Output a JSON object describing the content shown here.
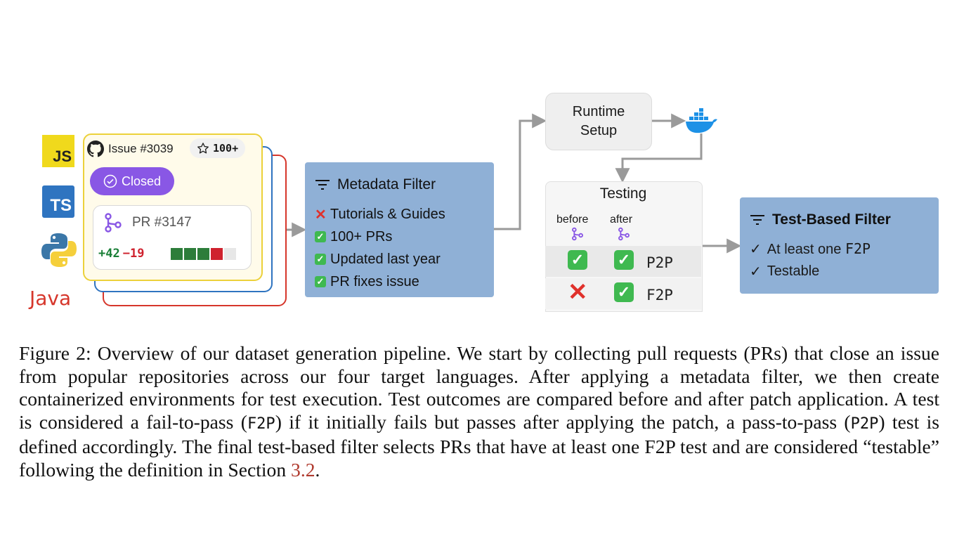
{
  "languages": {
    "js": "JS",
    "ts": "TS",
    "python_icon": "python-logo-icon",
    "java": "Java"
  },
  "issue_card": {
    "issue_label": "Issue #3039",
    "stars": "100+",
    "status": "Closed",
    "pr_label": "PR #3147",
    "additions": "+42",
    "deletions": "−19",
    "diff_blocks": [
      "#2d7d3a",
      "#2d7d3a",
      "#2d7d3a",
      "#cf222e",
      "#e7e7e7"
    ]
  },
  "metadata_filter": {
    "title": "Metadata Filter",
    "items": [
      {
        "mark": "cross",
        "text": "Tutorials & Guides"
      },
      {
        "mark": "check",
        "text": "100+ PRs"
      },
      {
        "mark": "check",
        "text": "Updated last year"
      },
      {
        "mark": "check",
        "text": "PR fixes issue"
      }
    ]
  },
  "runtime": {
    "line1": "Runtime",
    "line2": "Setup",
    "icon": "docker-whale-icon"
  },
  "testing": {
    "title": "Testing",
    "col_before": "before",
    "col_after": "after",
    "rows": [
      {
        "before": "check",
        "after": "check",
        "label": "P2P"
      },
      {
        "before": "cross",
        "after": "check",
        "label": "F2P"
      }
    ]
  },
  "test_based_filter": {
    "title": "Test-Based Filter",
    "item1_prefix": "At least one",
    "item1_code": "F2P",
    "item2": "Testable",
    "check": "✓"
  },
  "caption": {
    "p1": "Figure 2: Overview of our dataset generation pipeline. We start by collecting pull requests (PRs) that close an issue from popular repositories across our four target languages. After applying a metadata filter, we then create containerized environments for test execution. Test outcomes are compared before and after patch application. A test is considered a fail-to-pass (",
    "code1": "F2P",
    "p2": ") if it initially fails but passes after applying the patch, a pass-to-pass (",
    "code2": "P2P",
    "p3": ") test is defined accordingly. The final test-based filter selects PRs that have at least one F2P test and are considered “testable” following the definition in Section ",
    "ref": "3.2",
    "p4": "."
  },
  "colors": {
    "box_blue": "#8fb0d6",
    "closed_purple": "#8957e5",
    "java_red": "#d6362b",
    "ts_blue": "#2f74c0",
    "js_yellow": "#f0d91c"
  }
}
